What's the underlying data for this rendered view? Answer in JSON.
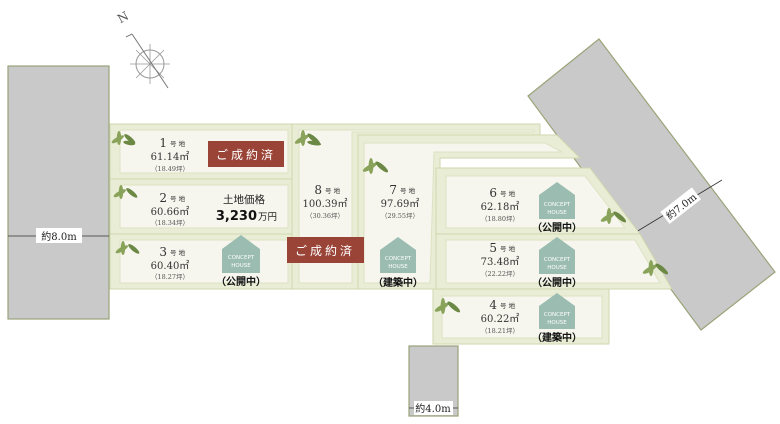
{
  "compass": {
    "label": "N"
  },
  "roads": {
    "left_width": "約8.0m",
    "right_width": "約7.0m",
    "bottom_width": "約4.0m"
  },
  "concept_house_label": [
    "CONCEPT",
    "HOUSE"
  ],
  "sold_label": "ご成約済",
  "price": {
    "label": "土地価格",
    "value": "3,230",
    "unit": "万円"
  },
  "lots": [
    {
      "no": "1",
      "suffix": "号 地",
      "area": "61.14㎡",
      "tsubo": "（18.49坪）",
      "status": "ご成約済"
    },
    {
      "no": "2",
      "suffix": "号 地",
      "area": "60.66㎡",
      "tsubo": "（18.34坪）",
      "status": ""
    },
    {
      "no": "3",
      "suffix": "号 地",
      "area": "60.40㎡",
      "tsubo": "（18.27坪）",
      "status": "（公開中）"
    },
    {
      "no": "4",
      "suffix": "号 地",
      "area": "60.22㎡",
      "tsubo": "（18.21坪）",
      "status": "（建築中）"
    },
    {
      "no": "5",
      "suffix": "号 地",
      "area": "73.48㎡",
      "tsubo": "（22.22坪）",
      "status": "（公開中）"
    },
    {
      "no": "6",
      "suffix": "号 地",
      "area": "62.18㎡",
      "tsubo": "（18.80坪）",
      "status": "（公開中）"
    },
    {
      "no": "7",
      "suffix": "号 地",
      "area": "97.69㎡",
      "tsubo": "（29.55坪）",
      "status": "（建築中）"
    },
    {
      "no": "8",
      "suffix": "号 地",
      "area": "100.39㎡",
      "tsubo": "（30.36坪）",
      "status": "ご成約済"
    }
  ]
}
